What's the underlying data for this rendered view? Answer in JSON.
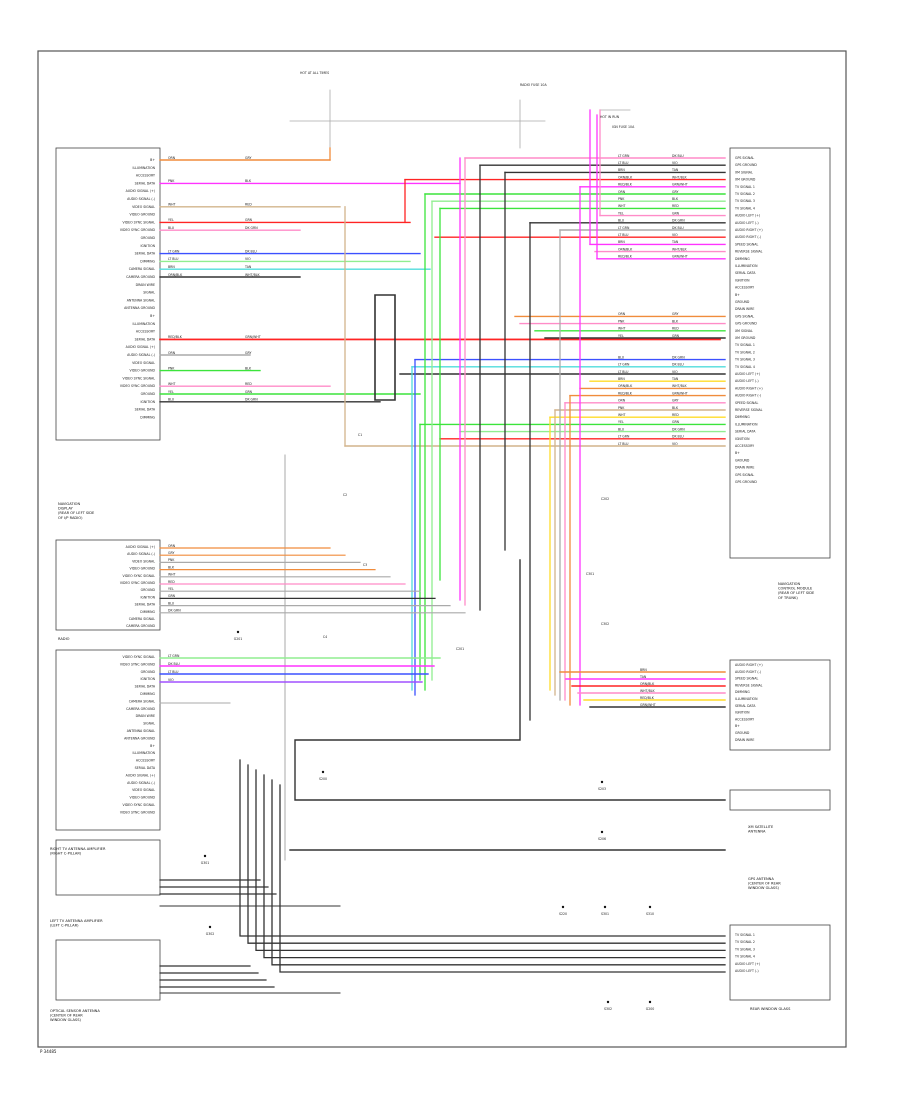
{
  "footer": {
    "code": "P 34485"
  },
  "modules": [
    {
      "id": "radio",
      "label_lines": [
        "RADIO"
      ]
    },
    {
      "id": "navigation-display",
      "label_lines": [
        "NAVIGATION",
        "DISPLAY",
        "(REAR OF LEFT SIDE",
        "OF I/P RADIO)"
      ]
    },
    {
      "id": "navigation-control",
      "label_lines": [
        "NAVIGATION",
        "CONTROL MODULE",
        "(REAR OF LEFT SIDE",
        "OF TRUNK)"
      ]
    },
    {
      "id": "xm-antenna",
      "label_lines": [
        "XM SATELLITE",
        "ANTENNA"
      ]
    },
    {
      "id": "gps-antenna",
      "label_lines": [
        "GPS ANTENNA",
        "(CENTER OF REAR",
        "WINDOW GLASS)"
      ]
    },
    {
      "id": "optical-sensor-antenna",
      "label_lines": [
        "OPTICAL SENSOR ANTENNA",
        "(CENTER OF REAR",
        "WINDOW GLASS)"
      ]
    },
    {
      "id": "left-antenna-amp",
      "label_lines": [
        "LEFT TV ANTENNA AMPLIFIER",
        "(LEFT C-PILLAR)"
      ]
    },
    {
      "id": "right-antenna-amp",
      "label_lines": [
        "RIGHT TV ANTENNA AMPLIFIER",
        "(RIGHT C-PILLAR)"
      ]
    },
    {
      "id": "rear-window-glass",
      "label_lines": [
        "REAR WINDOW GLASS"
      ]
    }
  ],
  "left_pins": [
    "B+",
    "ILLUMINATION",
    "ACCESSORY",
    "SERIAL DATA",
    "AUDIO SIGNAL (+)",
    "AUDIO SIGNAL (-)",
    "VIDEO SIGNAL",
    "VIDEO GROUND",
    "VIDEO SYNC SIGNAL",
    "VIDEO SYNC GROUND",
    "GROUND",
    "IGNITION",
    "SERIAL DATA",
    "DIMMING",
    "CAMERA SIGNAL",
    "CAMERA GROUND",
    "DRAIN WIRE",
    "SIGNAL",
    "ANTENNA SIGNAL",
    "ANTENNA GROUND"
  ],
  "right_pins": [
    "GPS SIGNAL",
    "GPS GROUND",
    "XM SIGNAL",
    "XM GROUND",
    "TV SIGNAL 1",
    "TV SIGNAL 2",
    "TV SIGNAL 3",
    "TV SIGNAL 4",
    "AUDIO LEFT (+)",
    "AUDIO LEFT (-)",
    "AUDIO RIGHT (+)",
    "AUDIO RIGHT (-)",
    "SPEED SIGNAL",
    "REVERSE SIGNAL",
    "DIMMING",
    "ILLUMINATION",
    "SERIAL DATA",
    "IGNITION",
    "ACCESSORY",
    "B+",
    "GROUND",
    "DRAIN WIRE"
  ],
  "wire_codes": [
    "ORN",
    "GRY",
    "PNK",
    "BLK",
    "WHT",
    "RED",
    "YEL",
    "GRN",
    "BLU",
    "DK GRN",
    "LT GRN",
    "DK BLU",
    "LT BLU",
    "VIO",
    "BRN",
    "TAN",
    "ORN/BLK",
    "WHT/BLK",
    "RED/BLK",
    "GRN/WHT"
  ],
  "splices": [
    "S200",
    "S203",
    "S206",
    "S220",
    "S301",
    "S310",
    "S302",
    "G200",
    "G201",
    "G301",
    "G302"
  ],
  "fuse_labels": [
    "HOT AT ALL TIMES",
    "RADIO FUSE 10A",
    "HOT IN RUN",
    "IGN FUSE 10A"
  ],
  "connectors": [
    "C1",
    "C2",
    "C3",
    "C4",
    "C201",
    "C202",
    "C301",
    "C302"
  ],
  "colors": {
    "orange": "#f08c3c",
    "magenta": "#ff33ff",
    "red": "#ff2424",
    "yellow": "#ffdc28",
    "green": "#3ce43c",
    "lightgreen": "#90ee90",
    "blue": "#3c50ff",
    "cyan": "#50dcdc",
    "pink": "#ff8cc8",
    "violet": "#a050ff",
    "gray": "#aaaaaa",
    "black": "#333333",
    "tan": "#d2b48c"
  }
}
